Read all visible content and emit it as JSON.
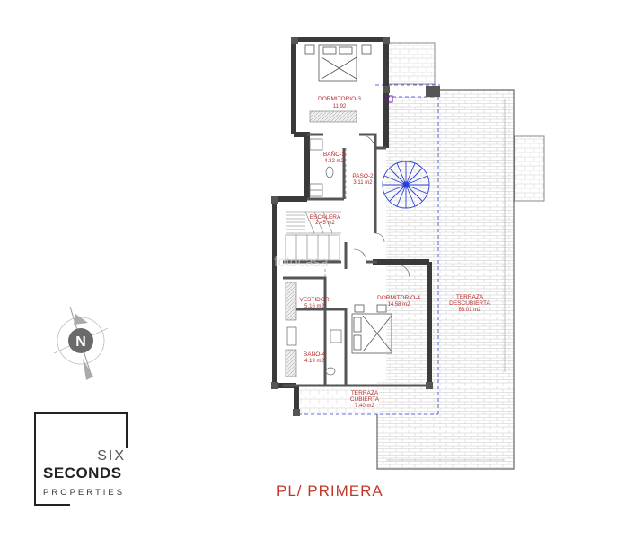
{
  "plan": {
    "title": "PL/ PRIMERA",
    "rooms": [
      {
        "id": "dormitorio-3",
        "label": "DORMITORIO-3",
        "area": "11.92"
      },
      {
        "id": "bano-3",
        "label": "BAÑO-3",
        "area": "4.32 m2"
      },
      {
        "id": "paso-2",
        "label": "PASO-2",
        "area": "3.11 m2"
      },
      {
        "id": "escalera",
        "label": "ESCALERA",
        "area": "2.45 m2"
      },
      {
        "id": "vestidor",
        "label": "VESTIDOR",
        "area": "5.16 m2"
      },
      {
        "id": "dormitorio-4",
        "label": "DORMITORIO-4",
        "area": "14.58 m2"
      },
      {
        "id": "bano-4",
        "label": "BAÑO-4",
        "area": "4.19 m2"
      },
      {
        "id": "terraza-cubierta",
        "label": "TERRAZA",
        "label2": "CUBIERTA",
        "area": "7.40 m2"
      },
      {
        "id": "terraza-descubierta",
        "label": "TERRAZA",
        "label2": "DESCUBIERTA",
        "area": "63.01 m2"
      }
    ],
    "compass_letter": "N",
    "watermark": "fotocasa"
  },
  "logo": {
    "line1": "SIX",
    "line2": "SECONDS",
    "line3": "PROPERTIES"
  },
  "colors": {
    "wall": "#3a3a3a",
    "label": "#b52a2a",
    "title": "#c0392b",
    "dashed_boundary": "#2b3fd6"
  }
}
